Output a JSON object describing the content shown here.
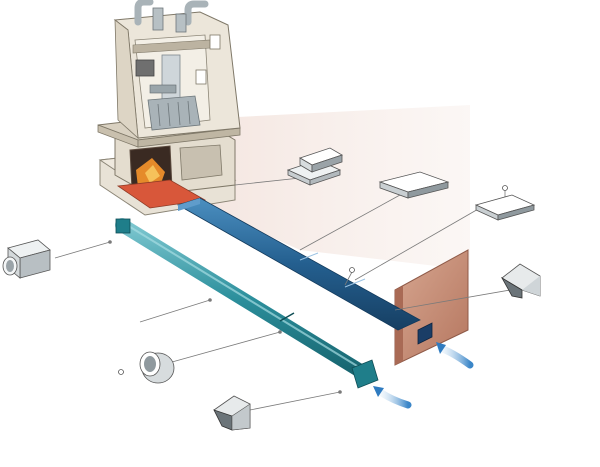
{
  "diagram": {
    "subject": "fireplace-external-air-intake",
    "palette": {
      "stone": "#e9e3d6",
      "stone_dark": "#cfc6b4",
      "metal": "#cfd6da",
      "metal_dark": "#8f9aa0",
      "duct_blue": "#2a6f9e",
      "duct_blue_dark": "#174a72",
      "duct_teal": "#3aa3b0",
      "duct_teal_dark": "#1d6f7a",
      "wall": "#c9907a",
      "wall_dark": "#a96a55",
      "fire": "#e58a2a",
      "leader": "#777777",
      "air": "#5aa0d6"
    },
    "components": [
      {
        "name": "stove-fireplace",
        "icon": "fireplace-icon"
      },
      {
        "name": "air-box-junction",
        "icon": "junction-box-icon"
      },
      {
        "name": "flat-duct-section",
        "icon": "flat-duct-icon"
      },
      {
        "name": "duct-hanger-plate",
        "icon": "hanger-plate-icon"
      },
      {
        "name": "wall-terminal-hood",
        "icon": "hood-icon"
      },
      {
        "name": "rectangular-adapter",
        "icon": "adapter-box-icon"
      },
      {
        "name": "round-flexible-duct",
        "icon": "round-duct-icon"
      },
      {
        "name": "round-collar-ring",
        "icon": "collar-ring-icon"
      },
      {
        "name": "round-terminal-hood",
        "icon": "round-hood-icon"
      },
      {
        "name": "exterior-wall",
        "icon": "wall-icon"
      }
    ]
  }
}
